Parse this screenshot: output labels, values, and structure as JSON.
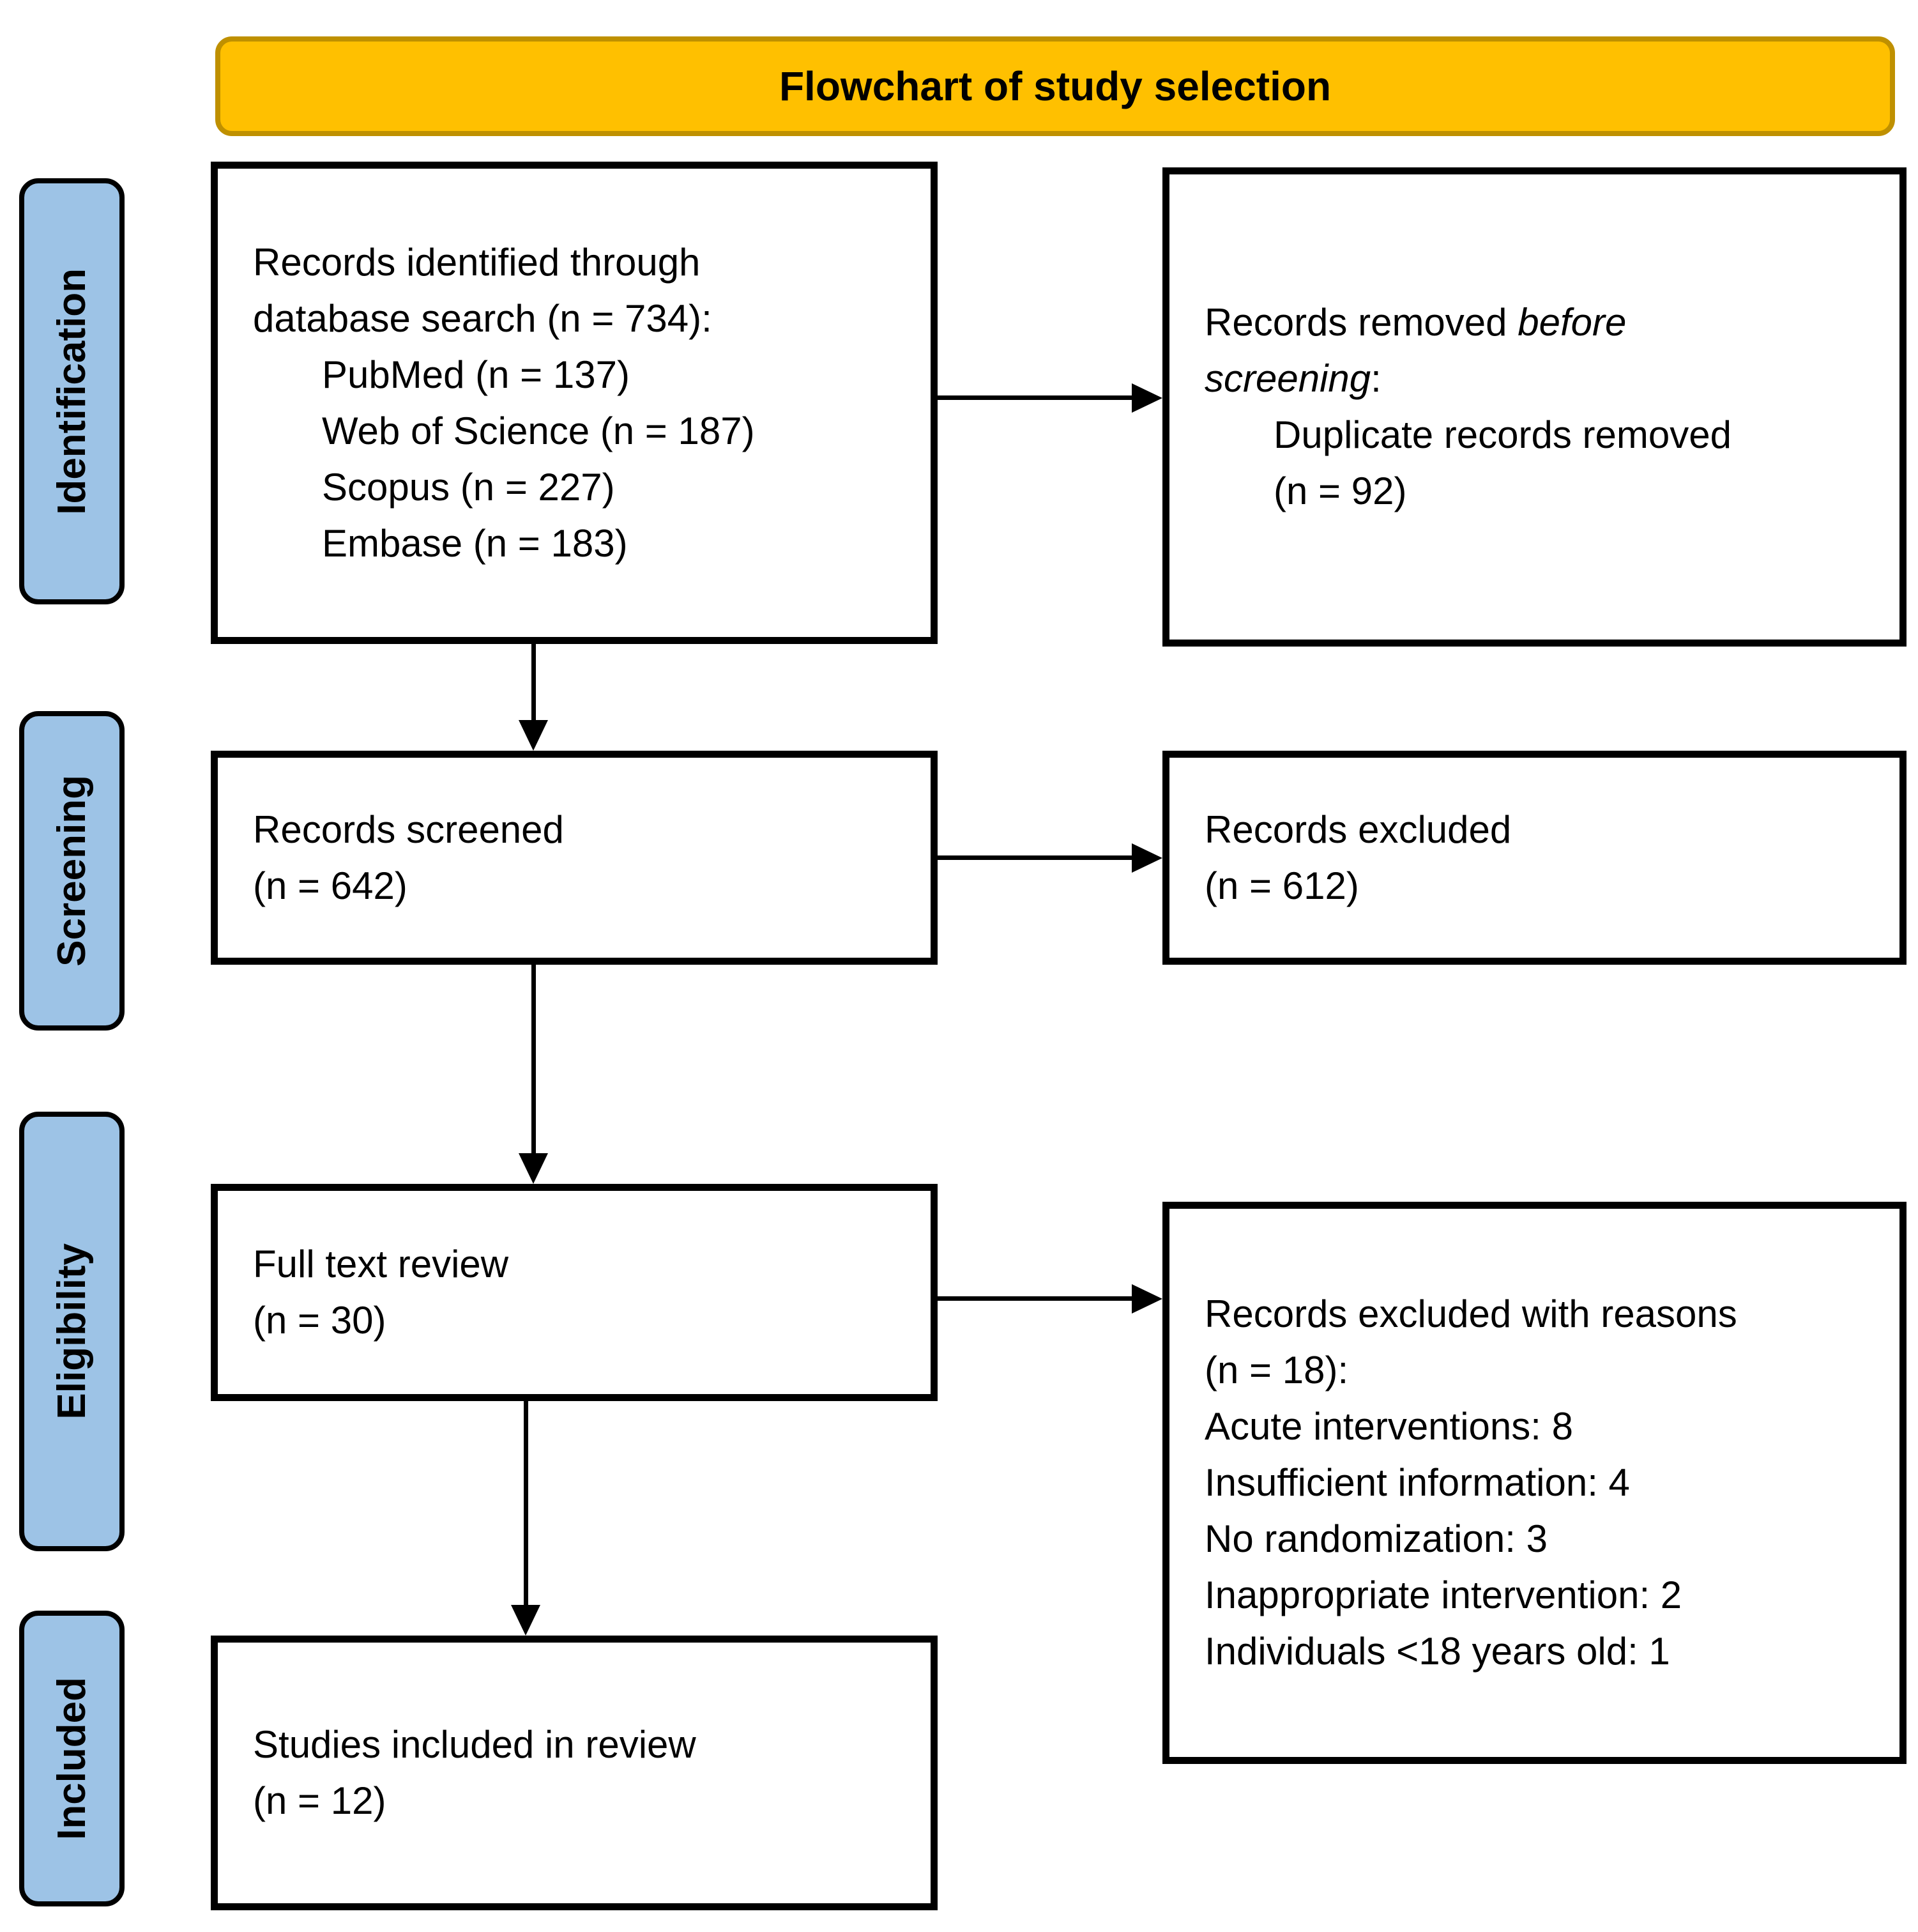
{
  "title": "Flowchart of study selection",
  "colors": {
    "banner_fill": "#FFC000",
    "banner_border": "#BF9000",
    "stage_fill": "#9DC3E6",
    "box_border": "#000000",
    "text": "#000000"
  },
  "stages": [
    {
      "label": "Identification"
    },
    {
      "label": "Screening"
    },
    {
      "label": "Eligibility"
    },
    {
      "label": "Included"
    }
  ],
  "boxes": {
    "identified": {
      "lines": [
        "Records identified through",
        "database search (n = 734):",
        "PubMed (n = 137)",
        "Web of Science (n = 187)",
        "Scopus (n = 227)",
        "Embase (n = 183)"
      ]
    },
    "removed": {
      "line1_normal": "Records removed ",
      "line1_italic": "before",
      "line2_italic": "screening",
      "line2_colon": ":",
      "line3": "Duplicate records removed",
      "line4": "(n = 92)"
    },
    "screened": {
      "line1": "Records screened",
      "line2": "(n = 642)"
    },
    "excluded": {
      "line1": "Records excluded",
      "line2": "(n = 612)"
    },
    "fulltext": {
      "line1": "Full text review",
      "line2": "(n = 30)"
    },
    "reasons": {
      "lines": [
        "Records excluded with reasons",
        "(n = 18):",
        "Acute interventions: 8",
        "Insufficient information: 4",
        "No randomization: 3",
        "Inappropriate intervention: 2",
        "Individuals <18 years old: 1"
      ]
    },
    "included": {
      "line1": "Studies included in review",
      "line2": "(n = 12)"
    }
  }
}
